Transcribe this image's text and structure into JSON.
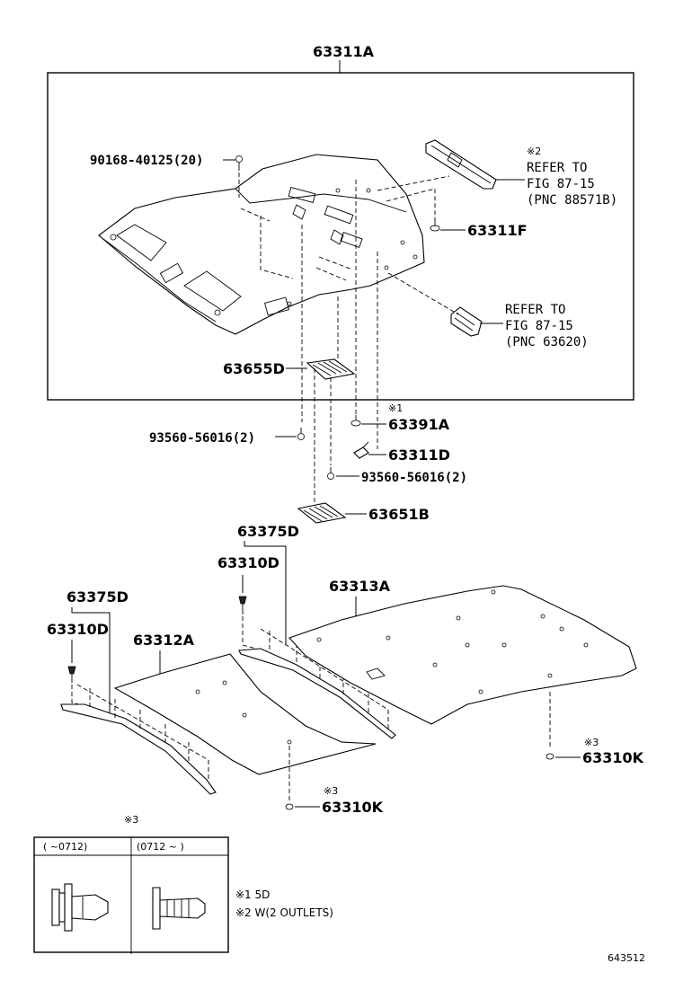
{
  "diagram": {
    "figure_number": "643512",
    "parts": {
      "headlining_assy": "63311A",
      "screw_main": "90168-40125(20)",
      "clip_f": "63311F",
      "pad_d": "63655D",
      "clip_screw_upper": "93560-56016(2)",
      "clip_a": "63391A",
      "holder_d": "63311D",
      "clip_screw_lower": "93560-56016(2)",
      "pad_b": "63651B",
      "holder_rail_r": "63375D",
      "clip_rail_r": "63310D",
      "holder_rail_l": "63375D",
      "clip_rail_l": "63310D",
      "headlining_rear": "63313A",
      "headlining_front": "63312A",
      "clip_k_right": "63310K",
      "clip_k_center": "63310K"
    },
    "notes": {
      "mark1": "※1",
      "mark2": "※2",
      "mark3_a": "※3",
      "mark3_b": "※3",
      "mark3_c": "※3",
      "refer_top_1": "REFER TO",
      "refer_top_2": "FIG 87-15",
      "refer_top_3": "(PNC 88571B)",
      "refer_mid_1": "REFER TO",
      "refer_mid_2": "FIG 87-15",
      "refer_mid_3": "(PNC 63620)",
      "footnote_1": "※1 5D",
      "footnote_2": "※2 W(2 OUTLETS)"
    },
    "legend": {
      "col_left": "(      ~0712)",
      "col_right": "(0712 ~      )"
    }
  }
}
